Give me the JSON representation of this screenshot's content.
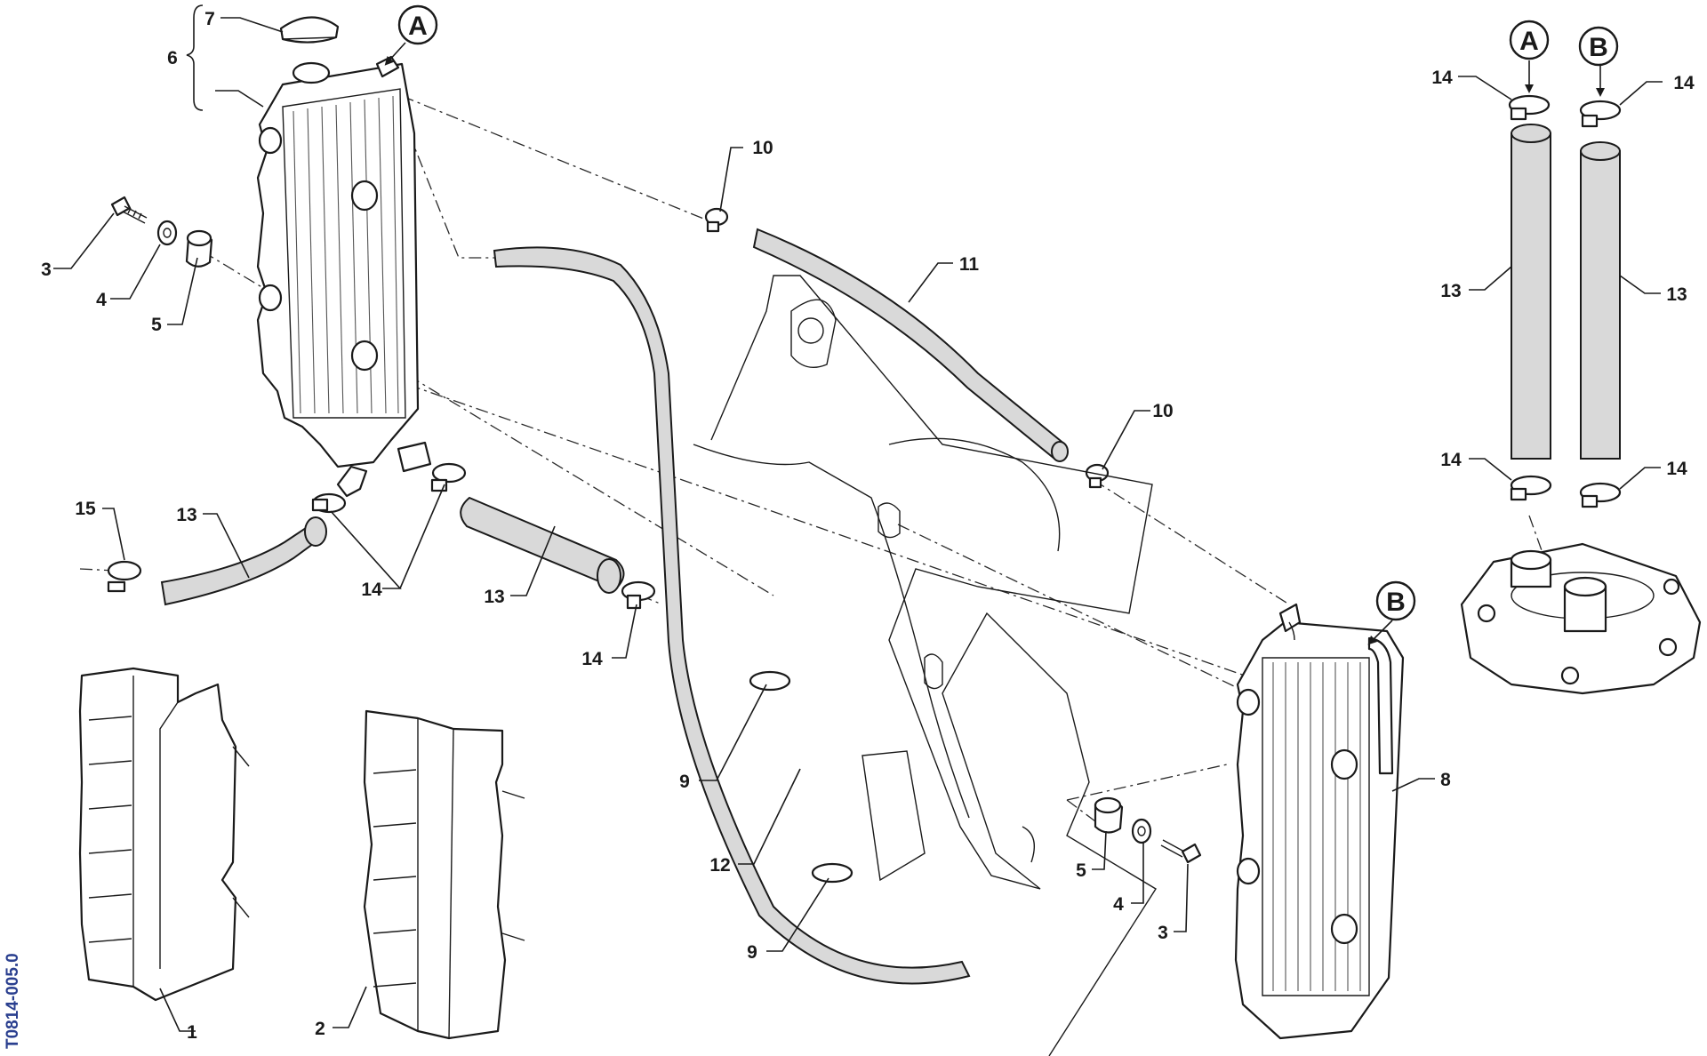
{
  "document_id": "T0814-005.0",
  "reference_markers": [
    {
      "id": "ref-a-radiator",
      "letter": "A"
    },
    {
      "id": "ref-b-radiator",
      "letter": "B"
    },
    {
      "id": "ref-a-pump",
      "letter": "A"
    },
    {
      "id": "ref-b-pump",
      "letter": "B"
    }
  ],
  "callouts": [
    {
      "id": "c7",
      "label": "7"
    },
    {
      "id": "c6",
      "label": "6"
    },
    {
      "id": "c3-left",
      "label": "3"
    },
    {
      "id": "c4-left",
      "label": "4"
    },
    {
      "id": "c5-left",
      "label": "5"
    },
    {
      "id": "c10-top",
      "label": "10"
    },
    {
      "id": "c11",
      "label": "11"
    },
    {
      "id": "c10-mid",
      "label": "10"
    },
    {
      "id": "c15",
      "label": "15"
    },
    {
      "id": "c13-elbow",
      "label": "13"
    },
    {
      "id": "c14-pair",
      "label": "14"
    },
    {
      "id": "c13-straight",
      "label": "13"
    },
    {
      "id": "c14-hose-end",
      "label": "14"
    },
    {
      "id": "c1",
      "label": "1"
    },
    {
      "id": "c2",
      "label": "2"
    },
    {
      "id": "c9-top",
      "label": "9"
    },
    {
      "id": "c12",
      "label": "12"
    },
    {
      "id": "c9-bottom",
      "label": "9"
    },
    {
      "id": "c5-right",
      "label": "5"
    },
    {
      "id": "c4-right",
      "label": "4"
    },
    {
      "id": "c3-right",
      "label": "3"
    },
    {
      "id": "c8",
      "label": "8"
    },
    {
      "id": "c14-tl",
      "label": "14"
    },
    {
      "id": "c14-tr",
      "label": "14"
    },
    {
      "id": "c13-pl",
      "label": "13"
    },
    {
      "id": "c13-pr",
      "label": "13"
    },
    {
      "id": "c14-bl",
      "label": "14"
    },
    {
      "id": "c14-br",
      "label": "14"
    }
  ]
}
